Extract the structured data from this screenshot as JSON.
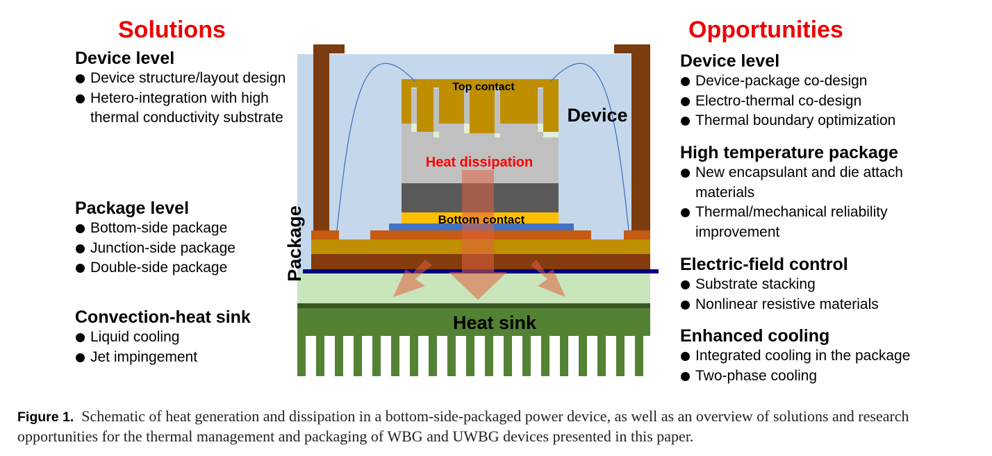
{
  "solutions": {
    "heading": "Solutions",
    "sections": [
      {
        "title": "Device level",
        "items": [
          "Device structure/layout design",
          "Hetero-integration with high thermal conductivity substrate"
        ]
      },
      {
        "title": "Package level",
        "items": [
          "Bottom-side package",
          "Junction-side package",
          "Double-side package"
        ]
      },
      {
        "title": "Convection-heat sink",
        "items": [
          "Liquid cooling",
          "Jet impingement"
        ]
      }
    ]
  },
  "opportunities": {
    "heading": "Opportunities",
    "sections": [
      {
        "title": "Device level",
        "items": [
          "Device-package co-design",
          "Electro-thermal co-design",
          "Thermal boundary optimization"
        ]
      },
      {
        "title": "High temperature package",
        "items": [
          "New encapsulant and die attach materials",
          "Thermal/mechanical reliability improvement"
        ]
      },
      {
        "title": "Electric-field control",
        "items": [
          "Substrate stacking",
          "Nonlinear resistive materials"
        ]
      },
      {
        "title": "Enhanced cooling",
        "items": [
          "Integrated cooling in the package",
          "Two-phase cooling"
        ]
      }
    ]
  },
  "diagram": {
    "top_contact": "Top contact",
    "device": "Device",
    "heat_dissipation": "Heat dissipation",
    "bottom_contact": "Bottom contact",
    "package": "Package",
    "heat_sink": "Heat sink"
  },
  "caption": {
    "label": "Figure 1.",
    "text": "Schematic of heat generation and dissipation in a bottom-side-packaged power device, as well as an overview of solutions and research opportunities for the thermal management and packaging of WBG and UWBG devices presented in this paper."
  },
  "colors": {
    "red_heading": "#ee0000",
    "encapsulant": "#c5d8eb",
    "frame": "#7b3c10",
    "metal": "#d4a017",
    "heat_sink": "#548235",
    "thermal_interface": "#c9e5bc",
    "base_plate": "#000080"
  }
}
